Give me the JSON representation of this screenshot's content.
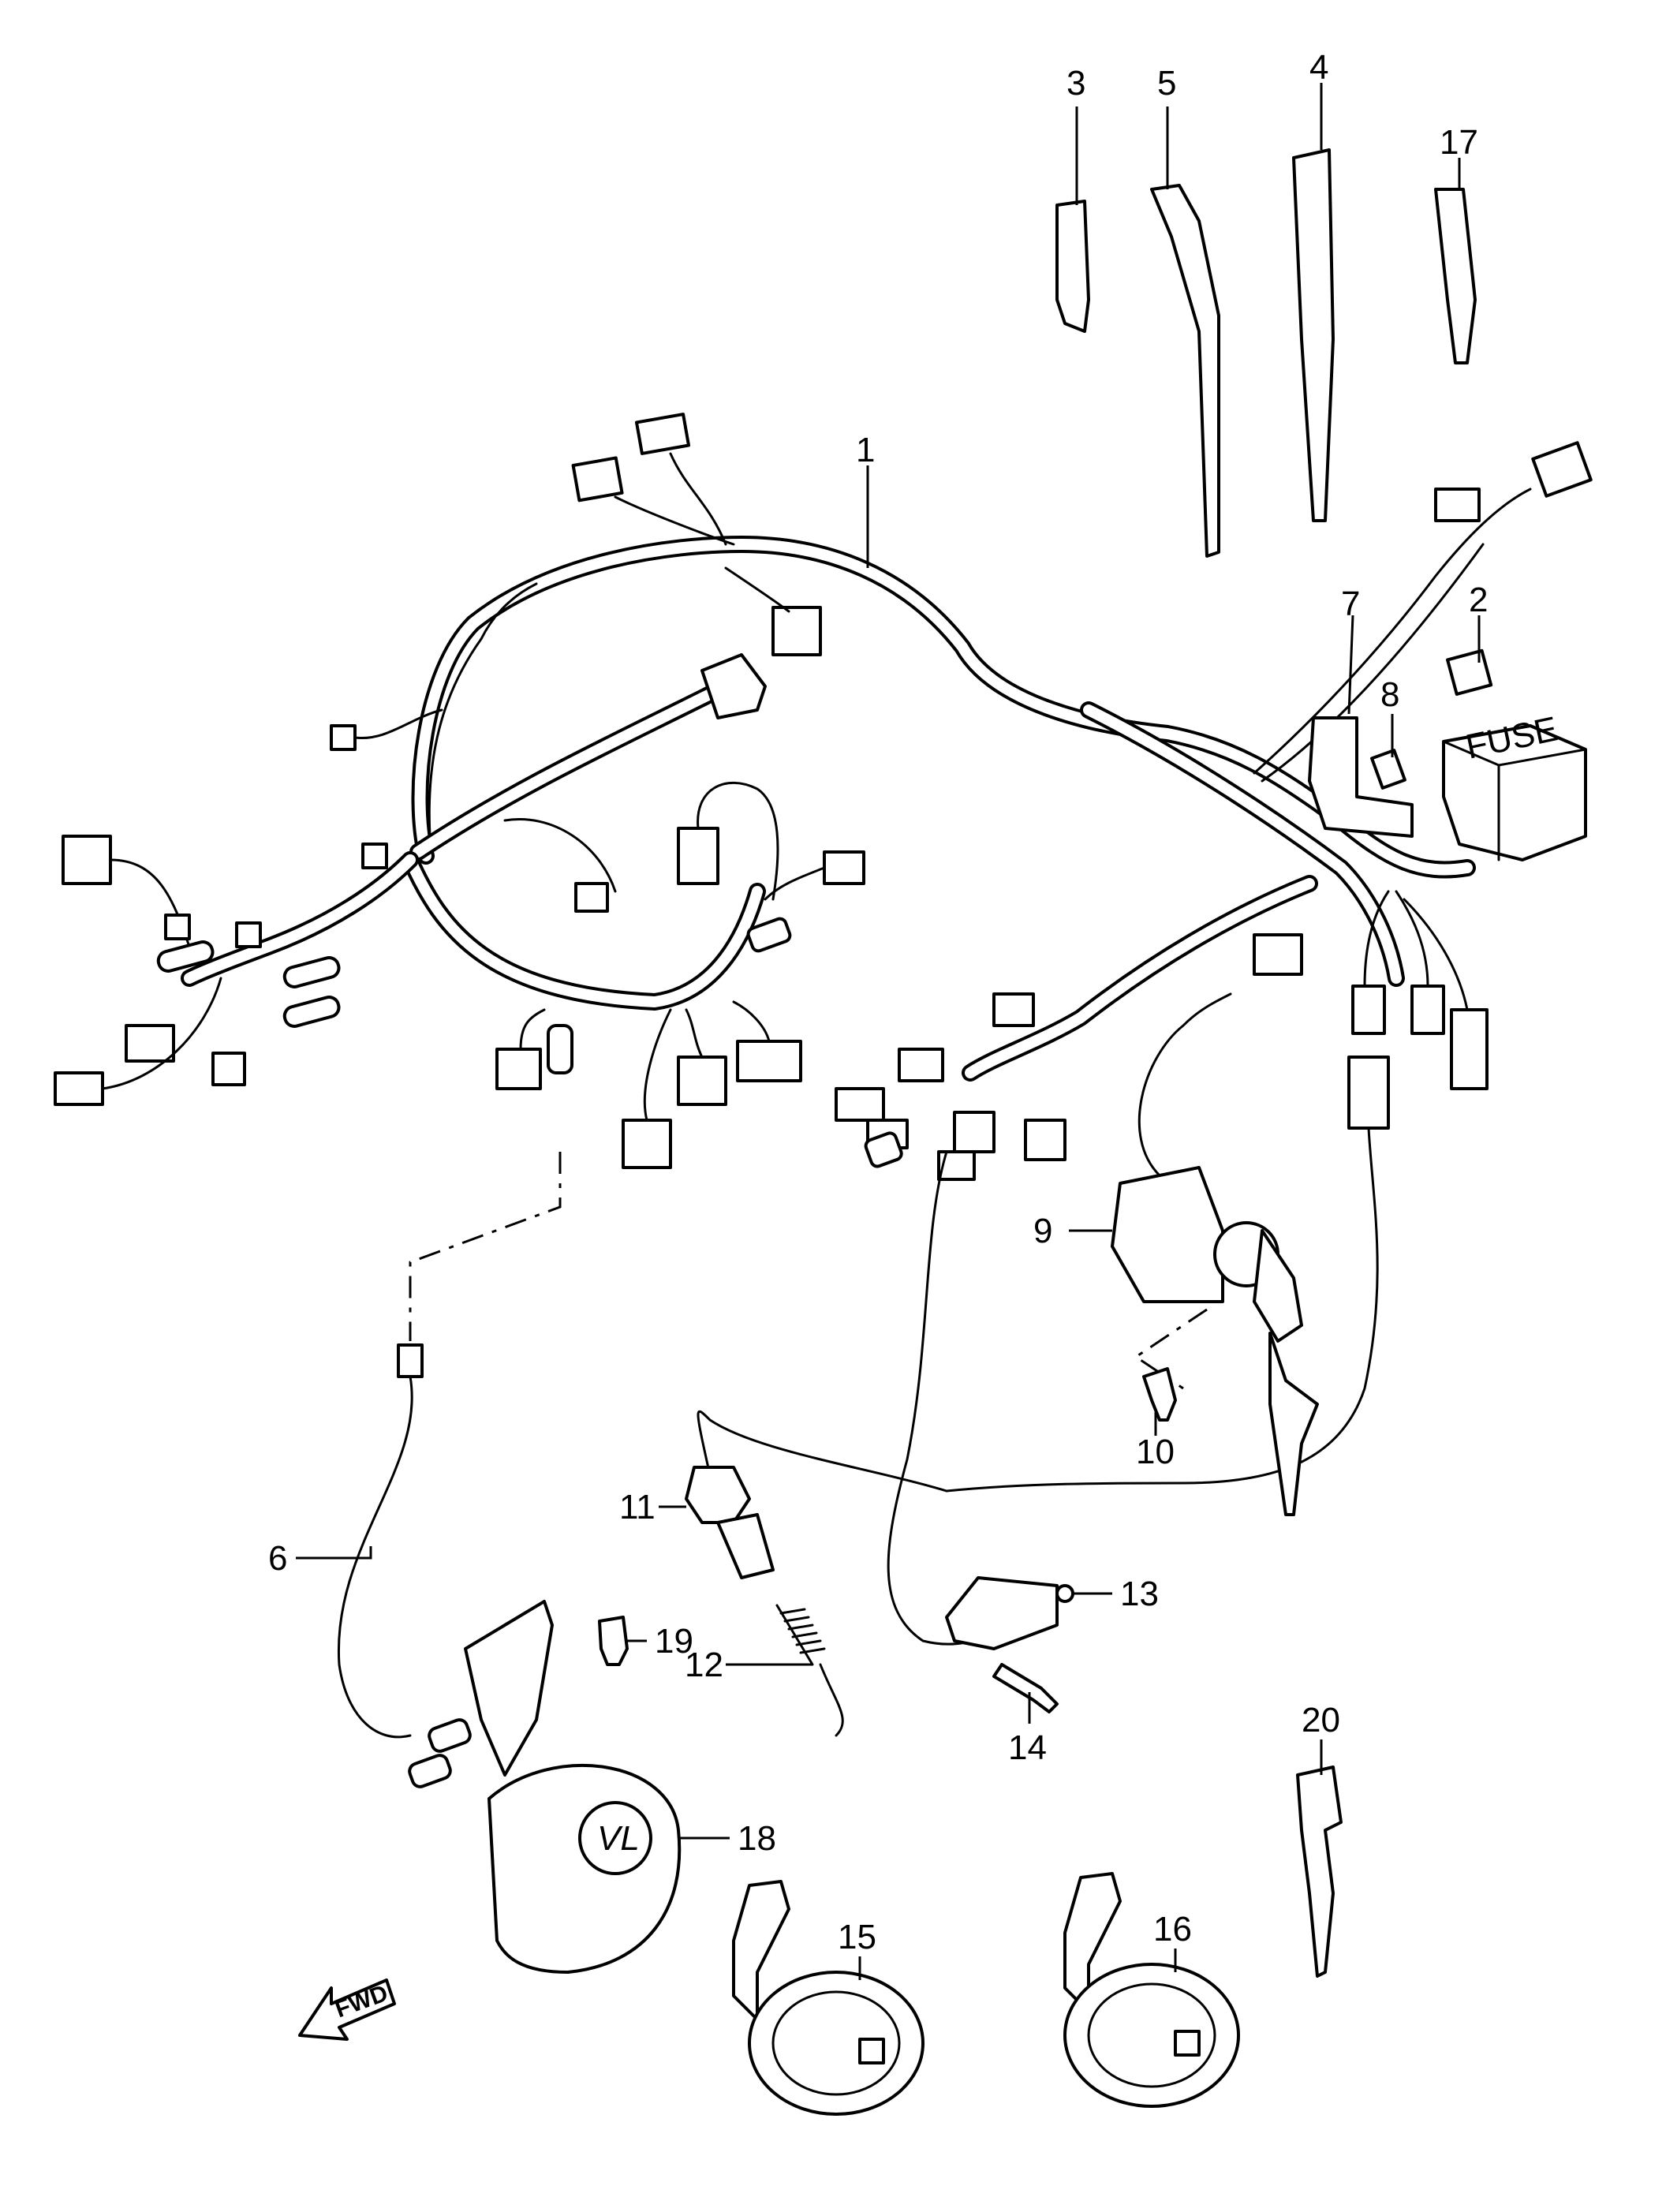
{
  "callouts": [
    {
      "id": "1",
      "text": "1"
    },
    {
      "id": "2",
      "text": "2"
    },
    {
      "id": "3",
      "text": "3"
    },
    {
      "id": "4",
      "text": "4"
    },
    {
      "id": "5",
      "text": "5"
    },
    {
      "id": "6",
      "text": "6"
    },
    {
      "id": "7",
      "text": "7"
    },
    {
      "id": "8",
      "text": "8"
    },
    {
      "id": "9",
      "text": "9"
    },
    {
      "id": "10",
      "text": "10"
    },
    {
      "id": "11",
      "text": "11"
    },
    {
      "id": "12",
      "text": "12"
    },
    {
      "id": "13",
      "text": "13"
    },
    {
      "id": "14",
      "text": "14"
    },
    {
      "id": "15",
      "text": "15"
    },
    {
      "id": "16",
      "text": "16"
    },
    {
      "id": "17",
      "text": "17"
    },
    {
      "id": "18",
      "text": "18"
    },
    {
      "id": "19",
      "text": "19"
    },
    {
      "id": "20",
      "text": "20"
    }
  ],
  "fuse_box_text": "FUSE",
  "emblem_text": "VL",
  "direction_label": "FWD"
}
